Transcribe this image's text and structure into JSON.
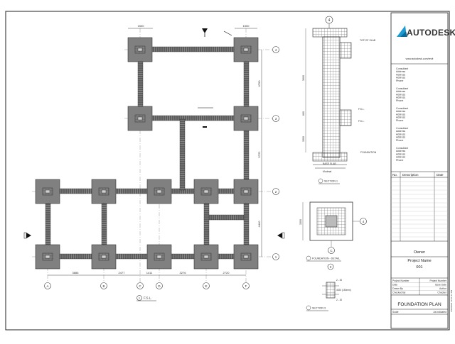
{
  "titleblock": {
    "logo_text": "AUTODESK",
    "website": "www.autodesk.com/revit",
    "consultants": [
      [
        "Consultant",
        "Address",
        "Address",
        "Address",
        "Phone"
      ],
      [
        "Consultant",
        "Address",
        "Address",
        "Address",
        "Phone"
      ],
      [
        "Consultant",
        "Address",
        "Address",
        "Address",
        "Phone"
      ],
      [
        "Consultant",
        "Address",
        "Address",
        "Address",
        "Phone"
      ],
      [
        "Consultant",
        "Address",
        "Address",
        "Address",
        "Phone"
      ]
    ],
    "rev_headers": [
      "No.",
      "Description",
      "Date"
    ],
    "owner": "Owner",
    "project_name": "Project Name",
    "project_number_value": "001",
    "info_rows": [
      {
        "label": "Project Number",
        "value": "Project Number"
      },
      {
        "label": "Date",
        "value": "Issue Date"
      },
      {
        "label": "Drawn By",
        "value": "Author"
      },
      {
        "label": "Checked By",
        "value": "Checker"
      }
    ],
    "sheet_title": "FOUNDATION PLAN",
    "scale_label": "Scale",
    "scale_value": "As indicated",
    "side_note": "3/29/2020 12:21:44 PM"
  },
  "plan": {
    "grid_letters": [
      "A",
      "B",
      "C",
      "D",
      "E",
      "F"
    ],
    "grid_numbers": [
      "4",
      "3",
      "2",
      "1"
    ],
    "dims_bottom": [
      "3886",
      "2477",
      "1411",
      "3276",
      "2720"
    ],
    "dims_right": [
      "4790",
      "5722",
      "4440"
    ],
    "dims_top": [
      "1500",
      "1500"
    ],
    "title": "F.S.L.",
    "title_num": "1"
  },
  "details": {
    "section_marker": "4",
    "section_labels": [
      "TOP OF SLAB",
      "F.S.L.",
      "F.S.L.",
      "FOUNDATION",
      "BASE SLAB",
      "Mudmat"
    ],
    "section_dims": [
      "3000",
      "600",
      "1500"
    ],
    "section_title": "SECTION 1",
    "footing_marker": "4",
    "footing_dim": "1500",
    "footing_letter": "C",
    "footing_title": "FOUNDATION - DETAIL",
    "col_marker": "3",
    "col_labels": [
      "2 - 20",
      "4020 (150mm)",
      "2 - 20"
    ],
    "col_title": "SECTION 3"
  }
}
